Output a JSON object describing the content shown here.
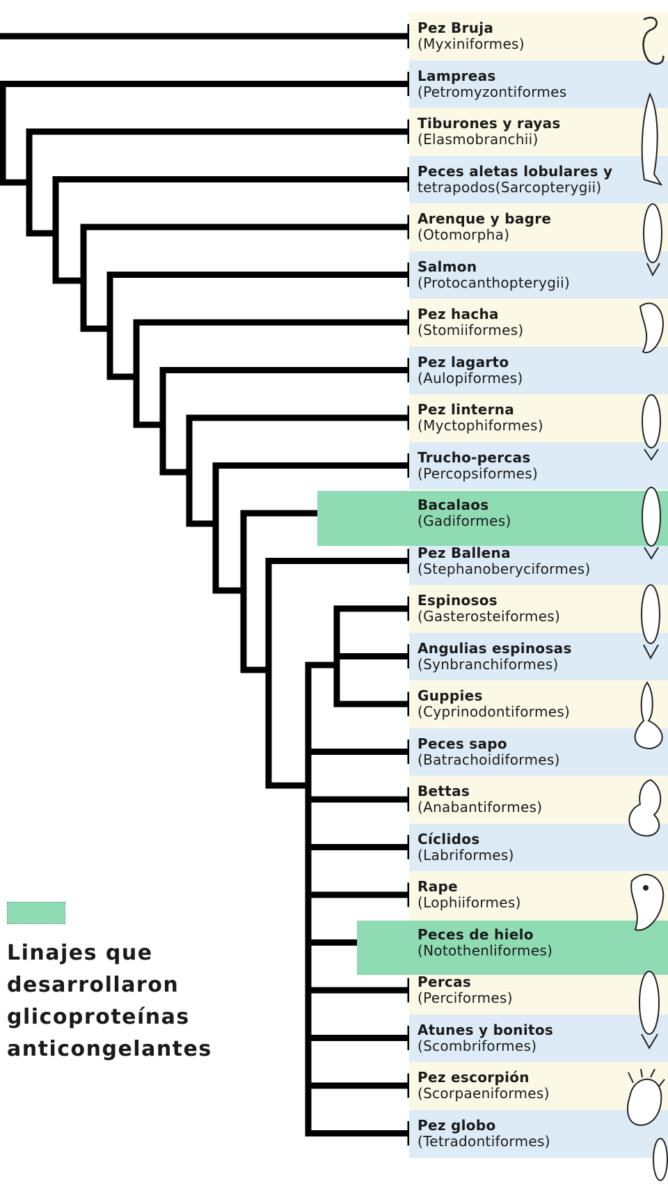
{
  "taxa": [
    {
      "name": "Pez Bruja",
      "sci": "(Myxiniformes)",
      "band": "yellow",
      "highlight": false
    },
    {
      "name": "Lampreas",
      "sci": "(Petromyzontiformes",
      "band": "blue",
      "highlight": false
    },
    {
      "name": "Tiburones y rayas",
      "sci": "(Elasmobranchii)",
      "band": "yellow",
      "highlight": false
    },
    {
      "name": "Peces aletas lobulares y",
      "sci": "tetrapodos(Sarcopterygii)",
      "band": "blue",
      "highlight": false
    },
    {
      "name": "Arenque y bagre",
      "sci": "(Otomorpha)",
      "band": "yellow",
      "highlight": false
    },
    {
      "name": "Salmon",
      "sci": "(Protocanthopterygii)",
      "band": "blue",
      "highlight": false
    },
    {
      "name": "Pez hacha",
      "sci": "(Stomiiformes)",
      "band": "yellow",
      "highlight": false
    },
    {
      "name": "Pez lagarto",
      "sci": "(Aulopiformes)",
      "band": "blue",
      "highlight": false
    },
    {
      "name": "Pez linterna",
      "sci": "(Myctophiformes)",
      "band": "yellow",
      "highlight": false
    },
    {
      "name": "Trucho-percas",
      "sci": "(Percopsiformes)",
      "band": "blue",
      "highlight": false
    },
    {
      "name": "Bacalaos",
      "sci": "(Gadiformes)",
      "band": "green",
      "highlight": true
    },
    {
      "name": "Pez Ballena",
      "sci": "(Stephanoberyciformes)",
      "band": "blue",
      "highlight": false
    },
    {
      "name": "Espinosos",
      "sci": "(Gasterosteiformes)",
      "band": "yellow",
      "highlight": false
    },
    {
      "name": "Angulias espinosas",
      "sci": "(Synbranchiformes)",
      "band": "blue",
      "highlight": false
    },
    {
      "name": "Guppies",
      "sci": "(Cyprinodontiformes)",
      "band": "yellow",
      "highlight": false
    },
    {
      "name": "Peces sapo",
      "sci": "(Batrachoidiformes)",
      "band": "blue",
      "highlight": false
    },
    {
      "name": "Bettas",
      "sci": "(Anabantiformes)",
      "band": "yellow",
      "highlight": false
    },
    {
      "name": "Cíclidos",
      "sci": "(Labriformes)",
      "band": "blue",
      "highlight": false
    },
    {
      "name": "Rape",
      "sci": "(Lophiiformes)",
      "band": "yellow",
      "highlight": false
    },
    {
      "name": "Peces de hielo",
      "sci": "(Notothenliformes)",
      "band": "green",
      "highlight": true
    },
    {
      "name": "Percas",
      "sci": "(Perciformes)",
      "band": "yellow",
      "highlight": false
    },
    {
      "name": "Atunes y bonitos",
      "sci": "(Scombriformes)",
      "band": "blue",
      "highlight": false
    },
    {
      "name": "Pez escorpión",
      "sci": "(Scorpaeniformes)",
      "band": "yellow",
      "highlight": false
    },
    {
      "name": "Pez globo",
      "sci": "(Tetradontiformes)",
      "band": "blue",
      "highlight": false
    }
  ],
  "legend": {
    "text": "Linajes que\ndesarrollaron\nglicoproteínas\nanticongelantes",
    "color": "#8fdcb4"
  },
  "colors": {
    "yellow": "#fbf8e6",
    "blue": "#dcebf6",
    "green": "#8fdcb4",
    "line": "#000000"
  }
}
